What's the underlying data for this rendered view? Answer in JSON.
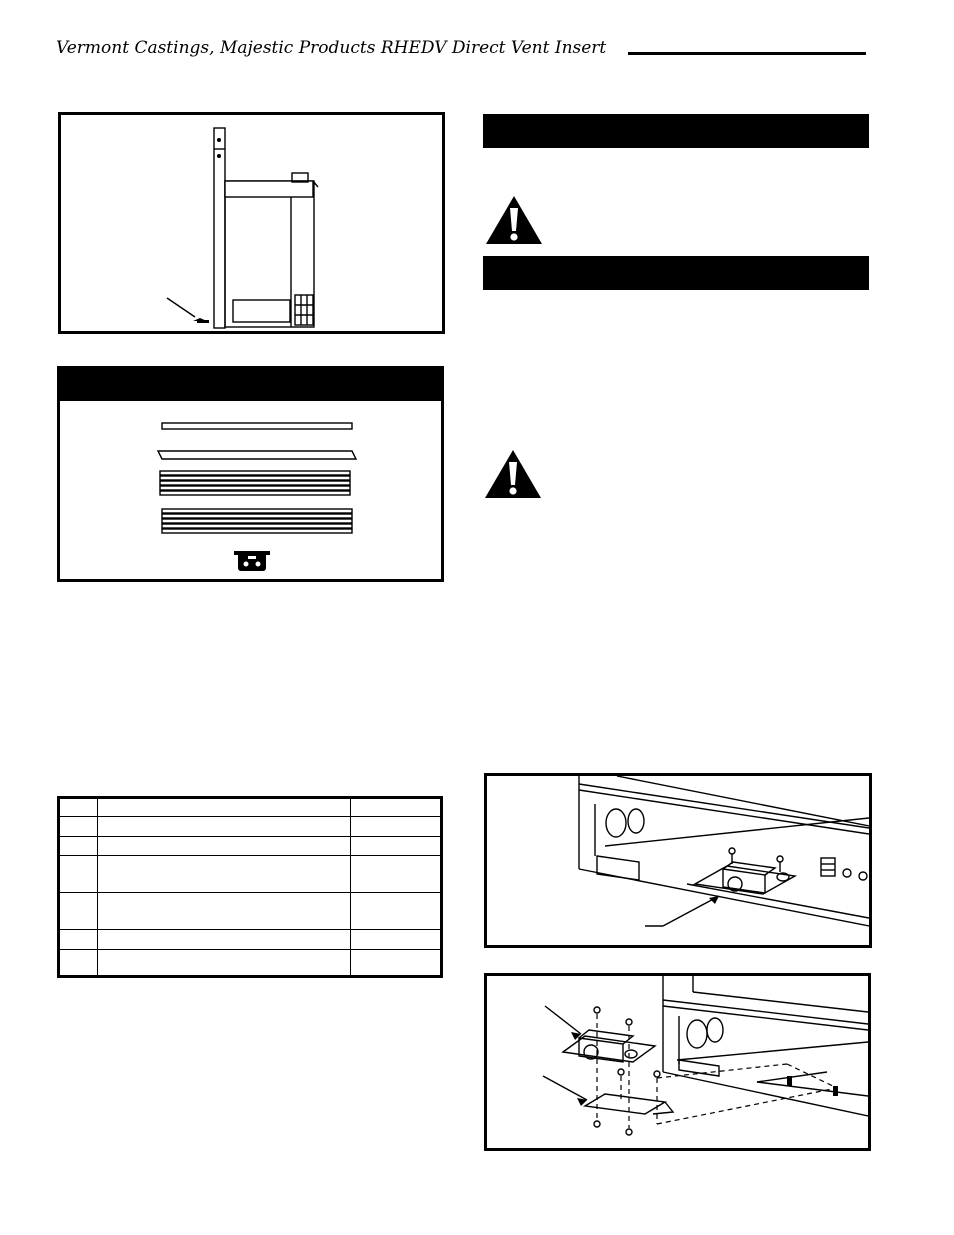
{
  "header": {
    "title": "Vermont Castings, Majestic Products RHEDV Direct Vent Insert"
  },
  "icons": {
    "warning_1": "warning-triangle-icon",
    "warning_2": "warning-triangle-icon"
  },
  "figures": {
    "side_view": "insert-side-elevation",
    "kit_components": "trim-kit-components",
    "install_view_1": "bracket-location-view",
    "install_view_2": "bracket-exploded-view"
  },
  "parts_table": {
    "rows": 7,
    "columns": 3
  }
}
